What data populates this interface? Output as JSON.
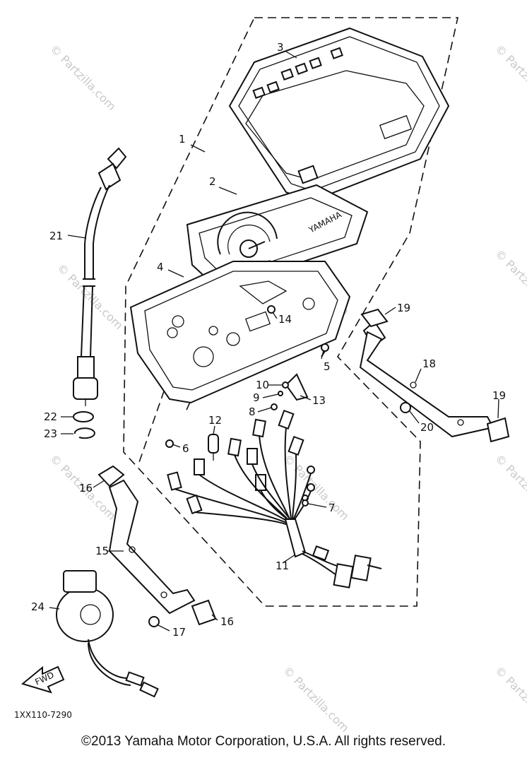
{
  "diagram": {
    "part_code": "1XX110-7290",
    "fwd_label": "FWD",
    "brand_label": "YAMAHA",
    "watermark": "© Partzilla.com",
    "callouts": [
      "1",
      "2",
      "3",
      "4",
      "5",
      "6",
      "7",
      "8",
      "9",
      "10",
      "11",
      "12",
      "13",
      "14",
      "15",
      "16",
      "16",
      "17",
      "18",
      "19",
      "19",
      "20",
      "21",
      "22",
      "23",
      "24"
    ]
  },
  "footer": {
    "copyright": "©2013  Yamaha Motor Corporation, U.S.A. All rights reserved."
  }
}
